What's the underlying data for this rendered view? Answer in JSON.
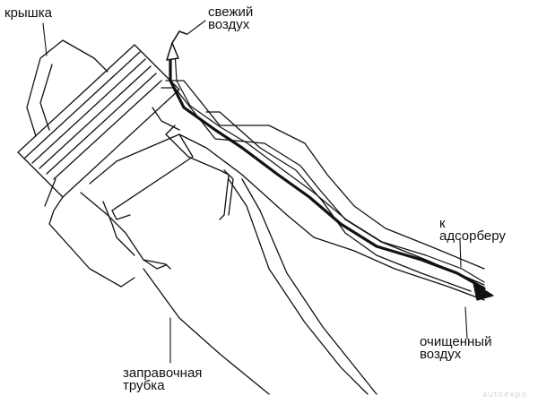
{
  "labels": {
    "lid": [
      "крышка"
    ],
    "fresh_air": [
      "свежий",
      "воздух"
    ],
    "adsorber": [
      "к",
      "адсорберу"
    ],
    "cleaned_air": [
      "очищенный",
      "воздух"
    ],
    "filler_pipe": [
      "заправочная",
      "трубка"
    ]
  },
  "watermark": "autoexpo",
  "colors": {
    "ink": "#111111",
    "background": "#ffffff",
    "watermark": "#d4d4d4"
  },
  "icons": {
    "fresh_air_arrow": "arrow-up-icon",
    "cleaned_air_arrow": "arrow-down-right-icon"
  }
}
